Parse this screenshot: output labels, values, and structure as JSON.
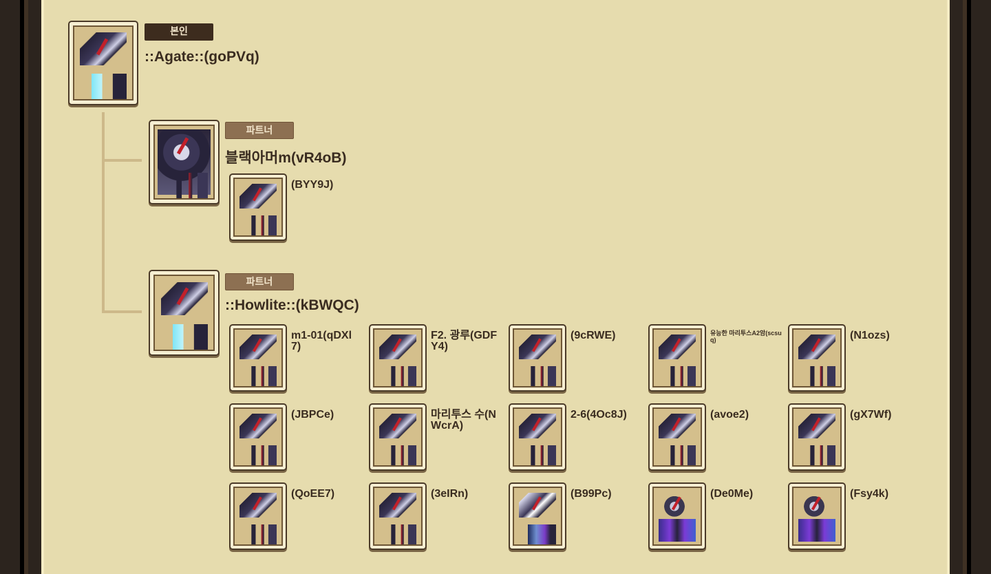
{
  "self": {
    "badge": "본인",
    "name": "::Agate::(goPVq)",
    "art": "ice"
  },
  "partners": [
    {
      "badge": "파트너",
      "name": "블랙아머m(vR4oB)",
      "art": "armor",
      "children": [
        {
          "name": "(BYY9J)",
          "art": "dragon"
        }
      ]
    },
    {
      "badge": "파트너",
      "name": "::Howlite::(kBWQC)",
      "art": "ice",
      "children": [
        {
          "name": "m1-01(qDXl 7)",
          "art": "dragon"
        },
        {
          "name": "F2. 광루(GDFY4)",
          "art": "dragon"
        },
        {
          "name": "(9cRWE)",
          "art": "dragon"
        },
        {
          "name": "유능한 마리투스A2암(scsuq)",
          "art": "dragon",
          "small": true
        },
        {
          "name": "(N1ozs)",
          "art": "dragon"
        },
        {
          "name": "(JBPCe)",
          "art": "dragon"
        },
        {
          "name": "마리투스 수(NWcrA)",
          "art": "dragon"
        },
        {
          "name": "2-6(4Oc8J)",
          "art": "dragon"
        },
        {
          "name": "(avoe2)",
          "art": "dragon"
        },
        {
          "name": "(gX7Wf)",
          "art": "dragon"
        },
        {
          "name": "(QoEE7)",
          "art": "dragon"
        },
        {
          "name": "(3eIRn)",
          "art": "dragon"
        },
        {
          "name": "(B99Pc)",
          "art": "ice2"
        },
        {
          "name": "(De0Me)",
          "art": "knight"
        },
        {
          "name": "(Fsy4k)",
          "art": "knight"
        }
      ]
    }
  ]
}
